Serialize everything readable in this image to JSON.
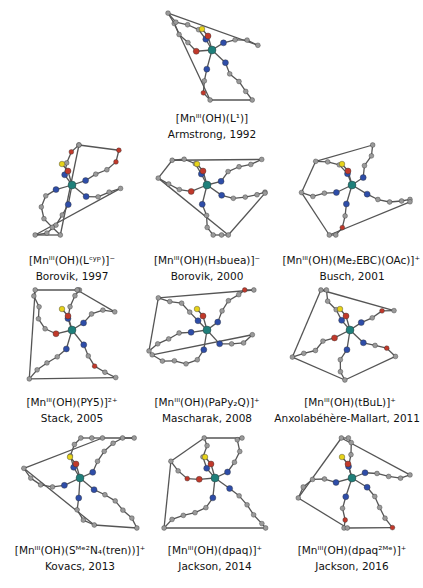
{
  "diagram": {
    "labels": [
      "[Mnᴵᴵᴵ(OH)(L¹)]",
      "Armstrong, 1992",
      "[Mnᴵᴵᴵ(OH)(Lᶜʸᵖ)]⁻",
      "Borovik, 1997",
      "[Mnᴵᴵᴵ(OH)(H₃buea)]⁻",
      "Borovik, 2000",
      "[Mnᴵᴵᴵ(OH)(Me₂EBC)(OAc)]⁺",
      "Busch, 2001",
      "[Mnᴵᴵᴵ(OH)(PY5)]²⁺",
      "Stack, 2005",
      "[Mnᴵᴵᴵ(OH)(PaPy₂Q)]⁺",
      "Mascharak, 2008",
      "[Mnᴵᴵᴵ(OH)(tBuL)]⁺",
      "Anxolabéhère-Mallart, 2011",
      "[Mnᴵᴵᴵ(OH)(Sᴹᵉ²N₄(tren))]⁺",
      "Kovacs, 2013",
      "[Mnᴵᴵᴵ(OH)(dpaq)]⁺",
      "Jackson, 2014",
      "[Mnᴵᴵᴵ(OH)(dpaq²ᴹᵉ)]⁺",
      "Jackson, 2016"
    ]
  }
}
